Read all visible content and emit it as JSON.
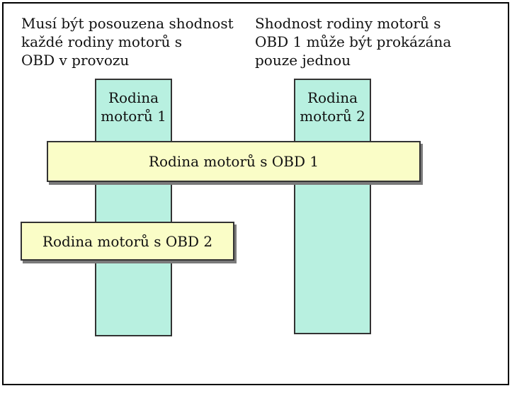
{
  "notes": {
    "left": "Musí být posouzena shodnost\nkaždé rodiny motorů s\nOBD v provozu",
    "right": "Shodnost rodiny motorů s\nOBD 1 může být prokázána\npouze jednou"
  },
  "columns": [
    {
      "label": "Rodina\nmotorů 1"
    },
    {
      "label": "Rodina\nmotorů 2"
    }
  ],
  "bands": [
    {
      "label": "Rodina motorů s OBD 1"
    },
    {
      "label": "Rodina motorů s OBD 2"
    }
  ],
  "colors": {
    "column_fill": "#b8f0e0",
    "band_fill": "#fafdc7",
    "border": "#333333",
    "shadow": "#7a7a7a"
  }
}
